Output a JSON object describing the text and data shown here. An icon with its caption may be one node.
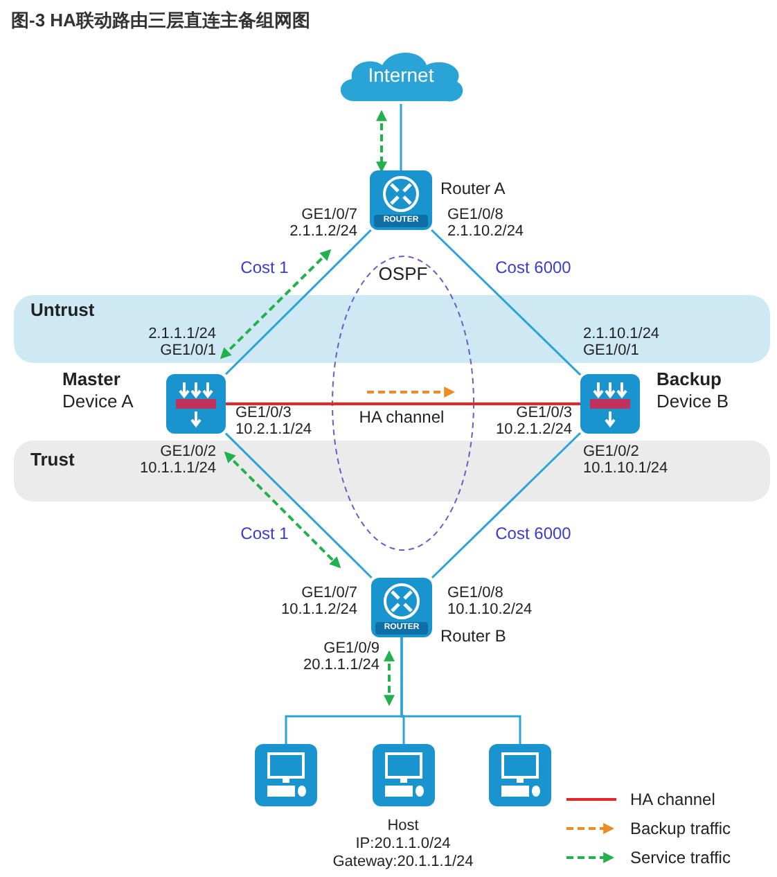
{
  "diagram": {
    "title": "图-3 HA联动路由三层直连主备组网图",
    "nodes": [
      {
        "text": [
          "Internet"
        ]
      },
      {
        "text": [
          "ROUTER"
        ],
        "beside": [
          "Router A"
        ]
      },
      {
        "text": [],
        "shape": "box",
        "beside": [
          "Master",
          "Device A"
        ]
      },
      {
        "text": [],
        "shape": "box",
        "beside": [
          "Backup",
          "Device B"
        ]
      },
      {
        "text": [
          "ROUTER"
        ],
        "beside": [
          "Router B"
        ]
      },
      {
        "text": [],
        "shape": "box"
      },
      {
        "text": [],
        "shape": "box",
        "beside": [
          "Host",
          "IP:20.1.1.0/24",
          "Gateway:20.1.1.1/24"
        ]
      },
      {
        "text": [],
        "shape": "box"
      }
    ],
    "edges": [
      {
        "from": 0,
        "to": 1,
        "arrow": "none"
      },
      {
        "from": 1,
        "to": 2,
        "arrow": "none",
        "label": "Cost 1"
      },
      {
        "from": 1,
        "to": 3,
        "arrow": "none",
        "label": "Cost 6000"
      },
      {
        "from": 2,
        "to": 3,
        "arrow": "none",
        "label": "HA channel",
        "color": "#e8262a"
      },
      {
        "from": 2,
        "to": 4,
        "arrow": "none",
        "label": "Cost 1"
      },
      {
        "from": 3,
        "to": 4,
        "arrow": "none",
        "label": "Cost 6000"
      },
      {
        "from": 4,
        "to": 5,
        "arrow": "none"
      },
      {
        "from": 4,
        "to": 6,
        "arrow": "none"
      },
      {
        "from": 4,
        "to": 7,
        "arrow": "none"
      },
      {
        "from": 0,
        "to": 1,
        "arrow": "both",
        "style": "dashed",
        "color": "#22b14c"
      }
    ],
    "labels": [
      "GE1/0/7 2.1.1.2/24",
      "GE1/0/8 2.1.10.2/24",
      "OSPF",
      "Untrust",
      "2.1.1.1/24 GE1/0/1",
      "2.1.10.1/24 GE1/0/1",
      "GE1/0/3 10.2.1.1/24",
      "GE1/0/3 10.2.1.2/24",
      "Trust",
      "GE1/0/2 10.1.1.1/24",
      "GE1/0/2 10.1.10.1/24",
      "GE1/0/7 10.1.1.2/24",
      "GE1/0/8 10.1.10.2/24",
      "GE1/0/9 20.1.1.1/24"
    ],
    "legend": [
      {
        "text": "HA channel"
      },
      {
        "text": "Backup traffic"
      },
      {
        "text": "Service traffic"
      }
    ]
  }
}
